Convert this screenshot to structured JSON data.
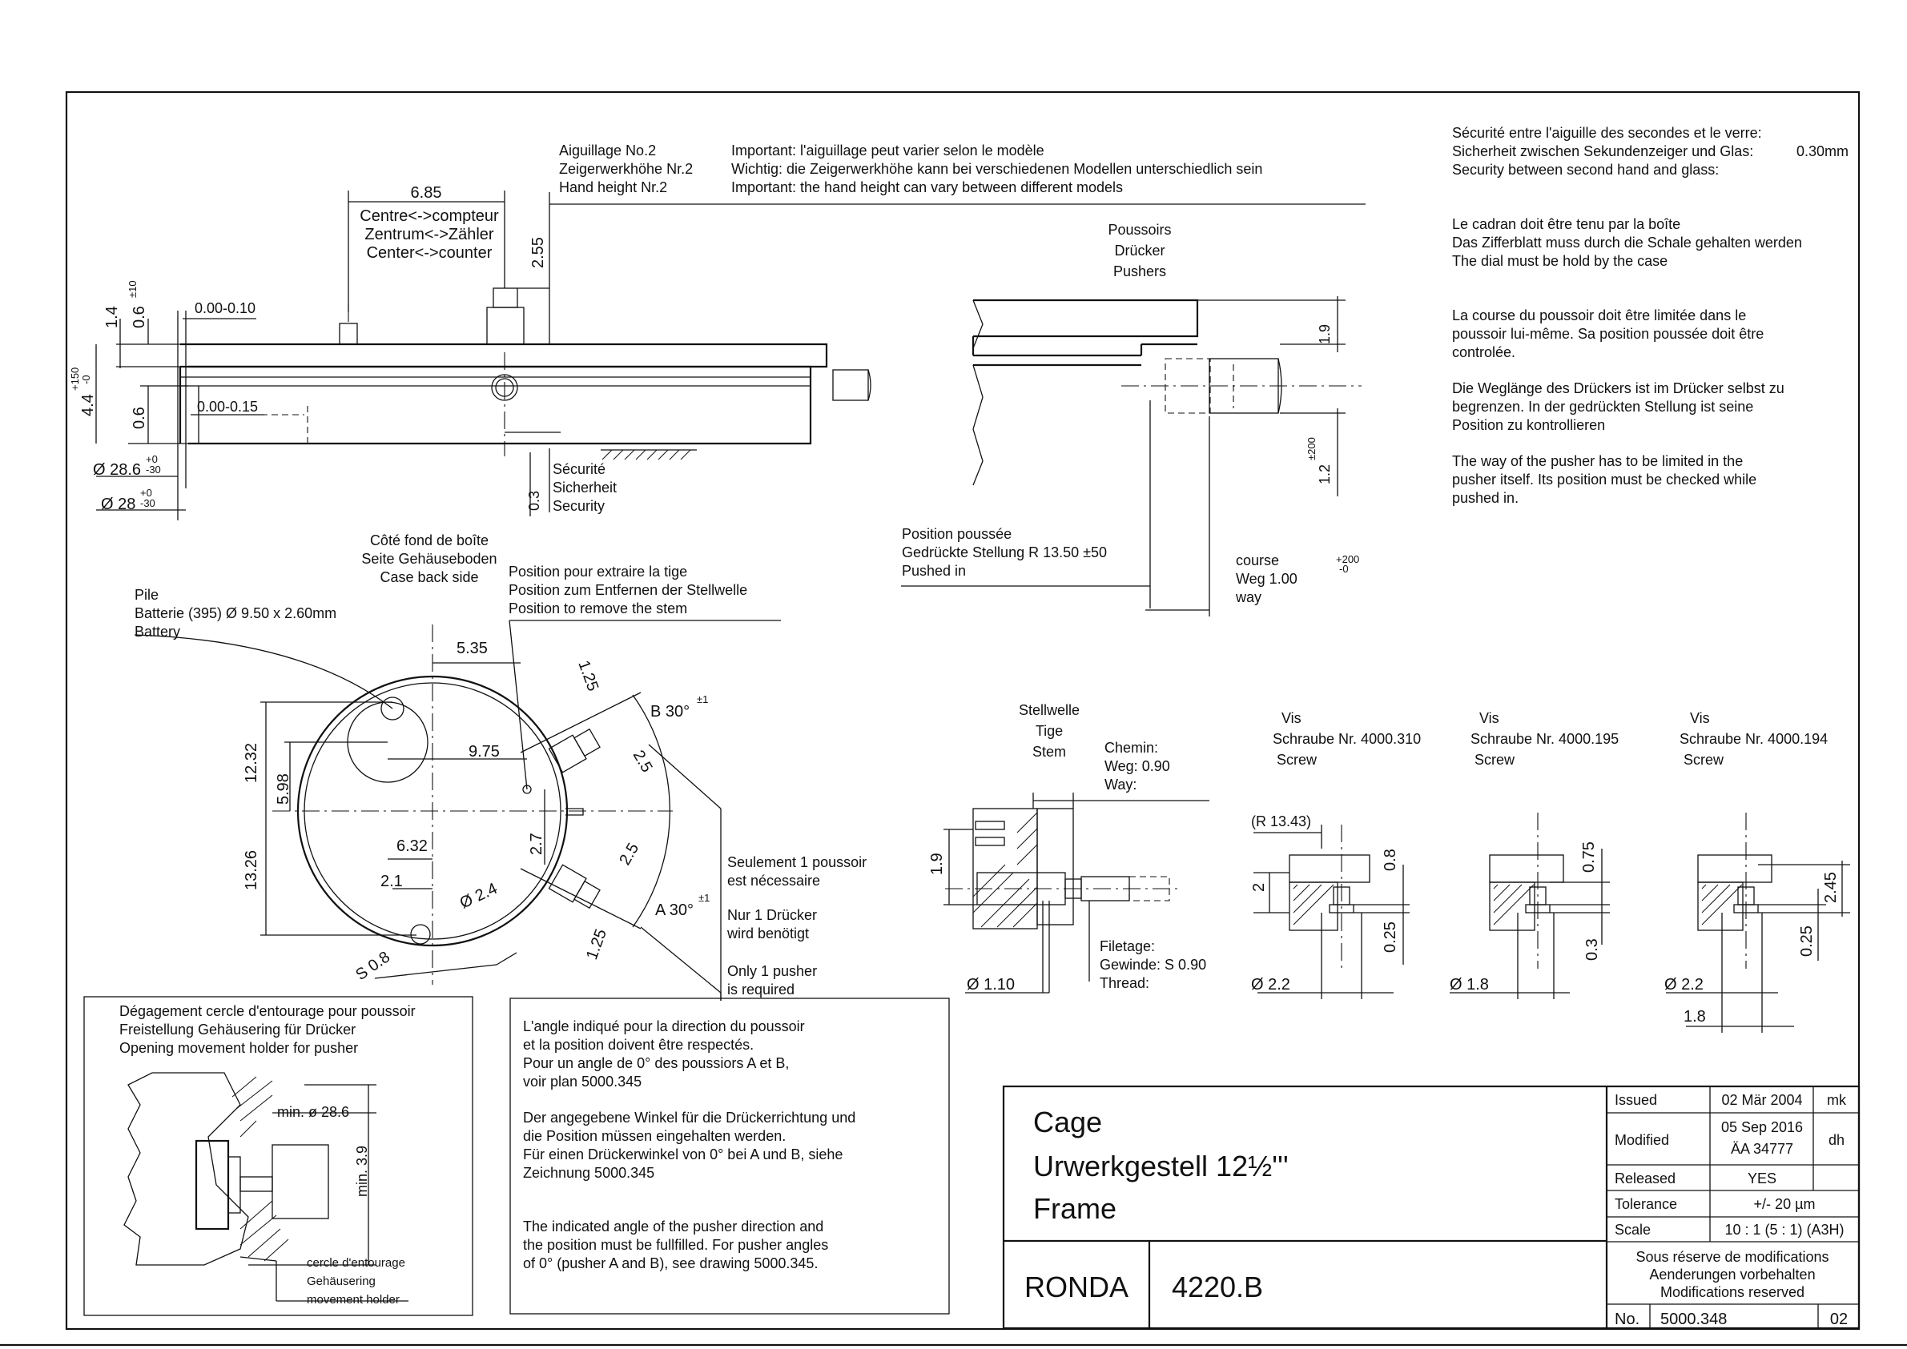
{
  "notes_top": {
    "aiguillage": [
      "Aiguillage No.2",
      "Zeigerwerkhöhe Nr.2",
      "Hand height Nr.2"
    ],
    "important": [
      "Important: l'aiguillage peut varier selon le modèle",
      "Wichtig: die Zeigerwerkhöhe kann bei verschiedenen Modellen unterschiedlich sein",
      "Important: the hand height can vary between different models"
    ],
    "centre": [
      "Centre<->compteur",
      "Zentrum<->Zähler",
      "Center<->counter"
    ],
    "centre_dim": "6.85",
    "hand_dim": "2.55",
    "securite": [
      "Sécurité",
      "Sicherheit",
      "Security"
    ],
    "securite_dim": "0.3"
  },
  "side_dims": {
    "d1": "1.4",
    "d2": "0.6",
    "d2_tol": "±10",
    "gap1": "0.00-0.10",
    "gap2": "0.00-0.15",
    "h": "4.4",
    "h_tol_up": "+150",
    "h_tol_dn": "-0",
    "d3": "0.6",
    "dia1": "Ø 28.6",
    "dia1_tol_up": "+0",
    "dia1_tol_dn": "-30",
    "dia2": "Ø 28",
    "dia2_tol_up": "+0",
    "dia2_tol_dn": "-30"
  },
  "right_notes": {
    "securite": [
      "Sécurité entre l'aiguille des secondes et le verre:",
      "Sicherheit zwischen Sekundenzeiger und Glas:",
      "Security between second hand and glass:"
    ],
    "securite_value": "0.30mm",
    "cadran": [
      "Le cadran doit être tenu par la boîte",
      "Das Zifferblatt muss durch die Schale gehalten werden",
      "The dial must be hold by the case"
    ],
    "course_fr": [
      "La course du poussoir doit être limitée dans le",
      "poussoir lui-même. Sa position poussée doit être",
      "controlée."
    ],
    "course_de": [
      "Die Weglänge des Drückers ist im Drücker selbst zu",
      "begrenzen. In der gedrückten Stellung ist seine",
      "Position zu kontrollieren"
    ],
    "course_en": [
      "The way of the pusher has to be limited in the",
      "pusher itself. Its position must be checked while",
      "pushed in."
    ]
  },
  "pushers": {
    "title": [
      "Poussoirs",
      "Drücker",
      "Pushers"
    ],
    "dim_19": "1.9",
    "dim_12": "1.2",
    "dim_12_tol": "±200",
    "pushed": [
      "Position poussée",
      "Gedrückte Stellung  R 13.50 ±50",
      "Pushed in"
    ],
    "course": [
      "course",
      "Weg   1.00",
      "way"
    ],
    "course_tol_up": "+200",
    "course_tol_dn": "-0"
  },
  "plan": {
    "back_side": [
      "Côté fond de boîte",
      "Seite Gehäuseboden",
      "Case back side"
    ],
    "battery": [
      "Pile",
      "Batterie (395) Ø 9.50 x 2.60mm",
      "Battery"
    ],
    "stem_pos": [
      "Position pour extraire la tige",
      "Position zum Entfernen der Stellwelle",
      "Position to remove the stem"
    ],
    "dims": {
      "d535": "5.35",
      "d975": "9.75",
      "d632": "6.32",
      "d21": "2.1",
      "d24": "Ø 2.4",
      "d1232": "12.32",
      "d598": "5.98",
      "d1326": "13.26",
      "d27": "2.7",
      "s08": "S 0.8",
      "d125a": "1.25",
      "d25a": "2.5",
      "d25b": "2.5",
      "d125b": "1.25"
    },
    "angle_b": "B 30°",
    "angle_b_tol": "±1",
    "angle_a": "A 30°",
    "angle_a_tol": "±1",
    "only_one": [
      "Seulement 1 poussoir",
      "est nécessaire",
      "Nur 1 Drücker",
      "wird benötigt",
      "Only 1 pusher",
      "is required"
    ]
  },
  "stem": {
    "title": [
      "Stellwelle",
      "Tige",
      "Stem"
    ],
    "chemin": [
      "Chemin:",
      "Weg:  0.90",
      "Way:"
    ],
    "dim_19": "1.9",
    "dia": "Ø 1.10",
    "thread": [
      "Filetage:",
      "Gewinde:  S 0.90",
      "Thread:"
    ]
  },
  "screws": [
    {
      "label": [
        "Vis",
        "Schraube Nr. 4000.310",
        "Screw"
      ],
      "dims": [
        "(R 13.43)",
        "2",
        "0.8",
        "0.25",
        "Ø 2.2"
      ]
    },
    {
      "label": [
        "Vis",
        "Schraube Nr. 4000.195",
        "Screw"
      ],
      "dims": [
        "0.75",
        "0.3",
        "Ø 1.8"
      ]
    },
    {
      "label": [
        "Vis",
        "Schraube Nr. 4000.194",
        "Screw"
      ],
      "dims": [
        "2.45",
        "0.25",
        "Ø 2.2",
        "1.8"
      ]
    }
  ],
  "opening": {
    "title": [
      "Dégagement cercle d'entourage pour poussoir",
      "Freistellung Gehäusering für Drücker",
      "Opening movement holder for pusher"
    ],
    "min_dia": "min. ø 28.6",
    "min_h": "min. 3.9",
    "legend": [
      "cercle d'entourage",
      "Gehäusering",
      "movement holder"
    ]
  },
  "angle_note": {
    "fr": [
      "L'angle indiqué pour la direction du poussoir",
      "et la position doivent être respectés.",
      "Pour un angle de 0° des poussiors A et B,",
      "voir plan 5000.345"
    ],
    "de": [
      "Der angegebene Winkel für die Drückerrichtung und",
      "die Position müssen eingehalten werden.",
      "Für einen Drückerwinkel von 0° bei A und B, siehe",
      "Zeichnung 5000.345"
    ],
    "en": [
      "The indicated angle of the pusher direction and",
      "the position must be fullfilled. For pusher angles",
      "of 0° (pusher A and B), see drawing 5000.345."
    ]
  },
  "title_block": {
    "title": [
      "Cage",
      "Urwerkgestell 12½'''",
      "Frame"
    ],
    "brand": "RONDA",
    "caliber": "4220.B",
    "issued_label": "Issued",
    "issued": "02 Mär 2004",
    "issued_by": "mk",
    "modified_label": "Modified",
    "modified": "05 Sep 2016",
    "modified_ref": "ÄA 34777",
    "modified_by": "dh",
    "released_label": "Released",
    "released": "YES",
    "tolerance_label": "Tolerance",
    "tolerance": "+/- 20 µm",
    "scale_label": "Scale",
    "scale": "10 : 1 (5 : 1) (A3H)",
    "reserve": [
      "Sous réserve de modifications",
      "Aenderungen vorbehalten",
      "Modifications reserved"
    ],
    "no_label": "No.",
    "number": "5000.348",
    "sheet": "02"
  }
}
